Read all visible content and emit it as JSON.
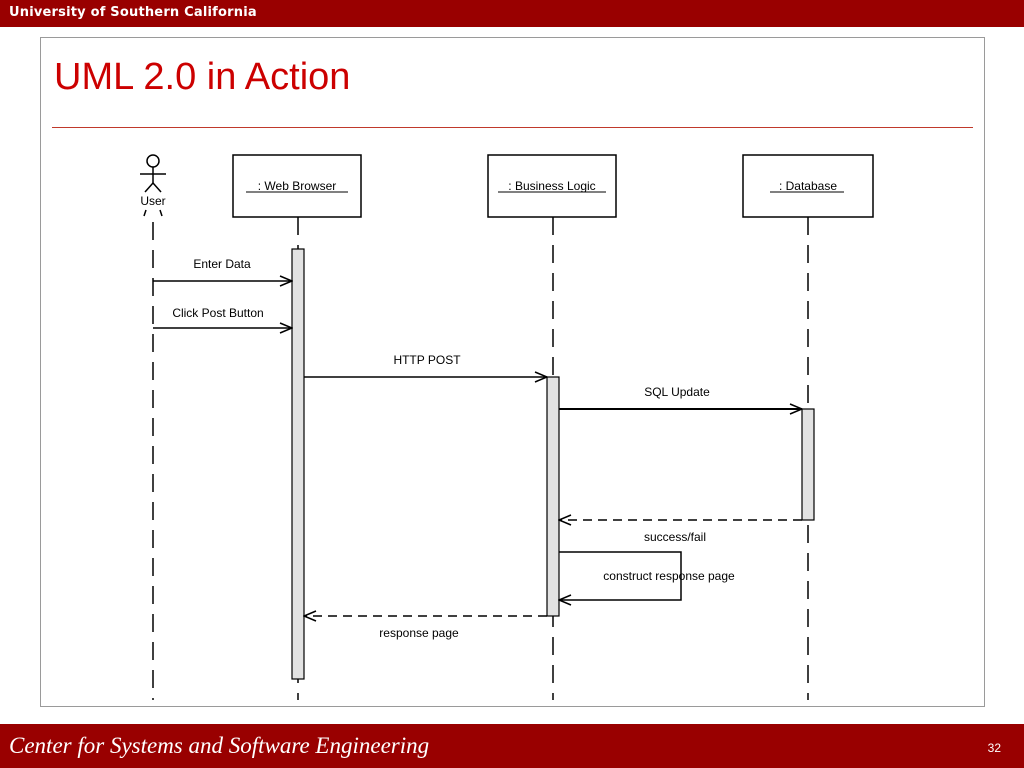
{
  "header": {
    "university": "University of Southern California"
  },
  "slide": {
    "title": "UML 2.0 in Action"
  },
  "footer": {
    "center_name": "Center for Systems and Software Engineering",
    "page_number": "32"
  },
  "diagram": {
    "actor": {
      "label": "User"
    },
    "lifelines": [
      {
        "label": ": Web Browser"
      },
      {
        "label": ": Business Logic"
      },
      {
        "label": ": Database"
      }
    ],
    "messages": [
      {
        "label": "Enter Data",
        "style": "solid"
      },
      {
        "label": "Click Post Button",
        "style": "solid"
      },
      {
        "label": "HTTP POST",
        "style": "solid"
      },
      {
        "label": "SQL Update",
        "style": "solid"
      },
      {
        "label": "success/fail",
        "style": "dashed"
      },
      {
        "label": "construct response page",
        "style": "solid-self"
      },
      {
        "label": "response page",
        "style": "dashed"
      }
    ]
  }
}
